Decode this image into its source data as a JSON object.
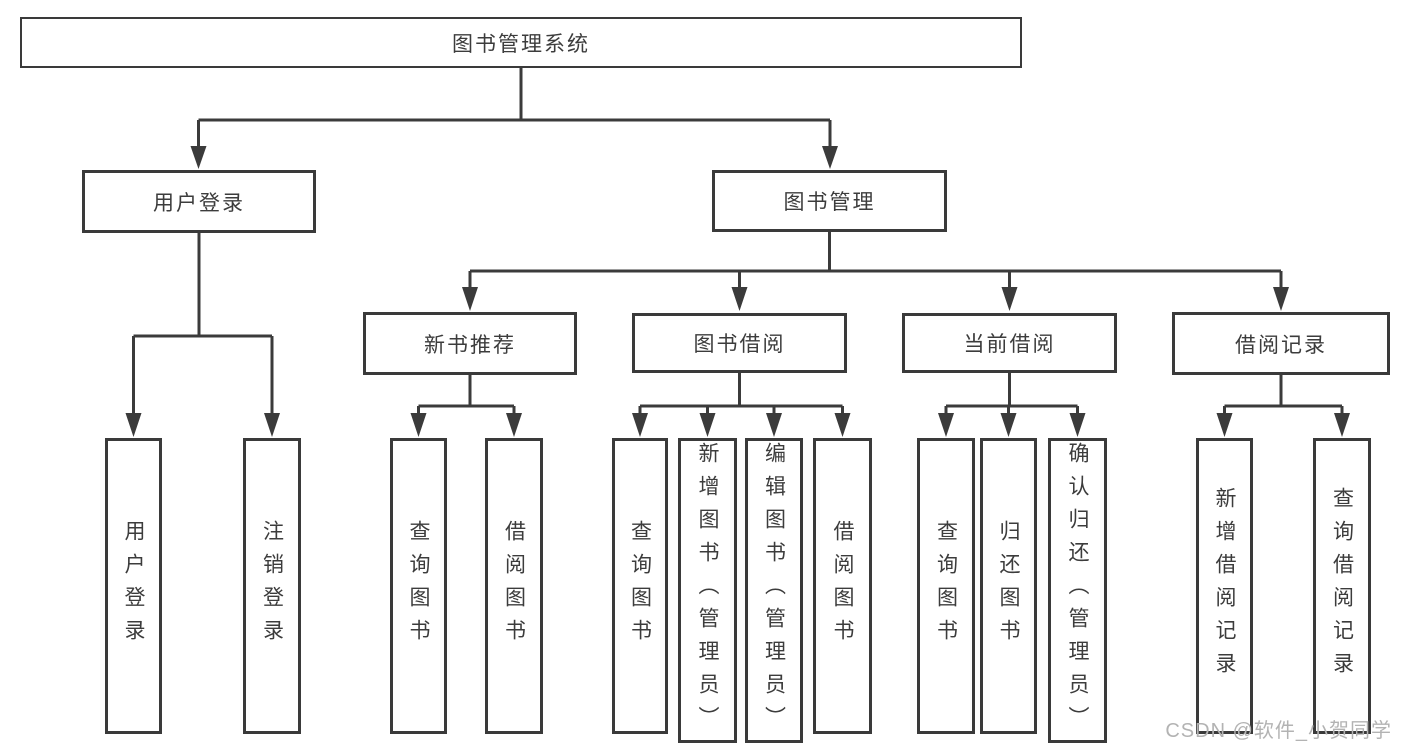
{
  "diagram": {
    "root": {
      "label": "图书管理系统"
    },
    "branches": [
      {
        "label": "用户登录",
        "children": [
          {
            "label": "用户登录"
          },
          {
            "label": "注销登录"
          }
        ]
      },
      {
        "label": "图书管理",
        "sections": [
          {
            "label": "新书推荐",
            "children": [
              {
                "label": "查询图书"
              },
              {
                "label": "借阅图书"
              }
            ]
          },
          {
            "label": "图书借阅",
            "children": [
              {
                "label": "查询图书"
              },
              {
                "label": "新增图书（管理员）"
              },
              {
                "label": "编辑图书（管理员）"
              },
              {
                "label": "借阅图书"
              }
            ]
          },
          {
            "label": "当前借阅",
            "children": [
              {
                "label": "查询图书"
              },
              {
                "label": "归还图书"
              },
              {
                "label": "确认归还（管理员）"
              }
            ]
          },
          {
            "label": "借阅记录",
            "children": [
              {
                "label": "新增借阅记录"
              },
              {
                "label": "查询借阅记录"
              }
            ]
          }
        ]
      }
    ]
  },
  "watermark": "CSDN @软件_小贺同学",
  "colors": {
    "line": "#3b3b3b",
    "border": "#3a3a3a",
    "text": "#3c3c3c",
    "watermark": "#b3b3b3",
    "background": "#ffffff"
  }
}
